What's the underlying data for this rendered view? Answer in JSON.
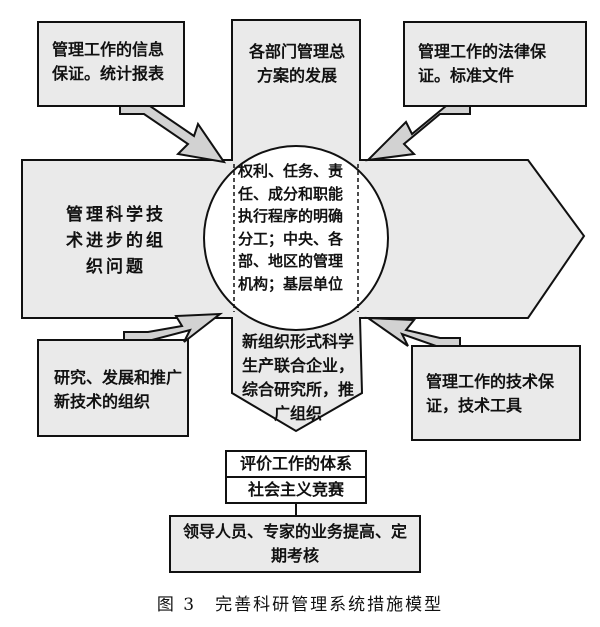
{
  "top_left_box": "管理工作的信息保证。统计报表",
  "top_center_box": "各部门管理总方案的发展",
  "top_right_box": "管理工作的法律保证。标准文件",
  "left_box": "管理科学技术进步的组织问题",
  "center_circle": "权利、任务、责任、成分和职能执行程序的明确分工；中央、各部、地区的管理机构；基层单位",
  "bottom_center_arrow": "新组织形式科学生产联合企业，综合研究所，推广组织",
  "bottom_left_box": "研究、发展和推广新技术的组织",
  "bottom_right_box": "管理工作的技术保证，技术工具",
  "evaluation_box": "评价工作的体系",
  "competition_box": "社会主义竞赛",
  "leaders_box": "领导人员、专家的业务提高、定期考核",
  "caption": "图 3　完善科研管理系统措施模型"
}
